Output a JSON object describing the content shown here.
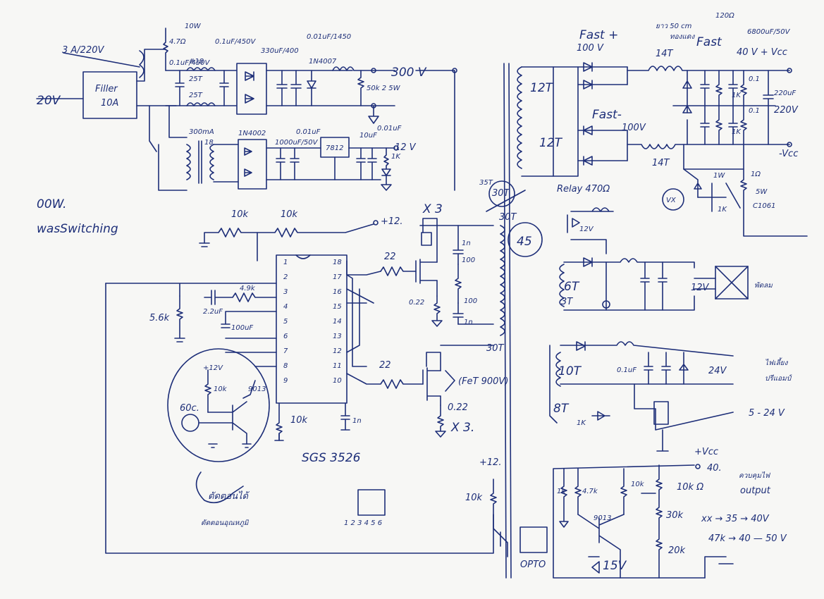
{
  "labels": {
    "fuse": "3 A/220V",
    "input_v": "20V",
    "filter": "Filler",
    "filter_rating": "10A",
    "r_47": "4.7Ω",
    "r_10w": "10W",
    "c_01_450_a": "0.1uF/450V",
    "c_01_450_b": "0.1uF/450V",
    "wire18": "#18",
    "t25_a": "25T",
    "t25_b": "25T",
    "c330": "330uF/400",
    "c001_1450": "0.01uF/1450",
    "d_1n4007": "1N4007",
    "v300": "300 V",
    "r50k": "50k 2 5W",
    "ma300": "300mA",
    "t18": "18",
    "d_1n4002": "1N4002",
    "c1000": "1000uF/50V",
    "c001_a": "0.01uF",
    "reg_7812": "7812",
    "c10": "10uF",
    "c001_b": "0.01uF",
    "r1k_led": "1K",
    "v12_led": "12 V",
    "power_rating": "00W.",
    "switching": "wasSwitching",
    "r10k_a": "10k",
    "r10k_b": "10k",
    "plus12_top": "+12.",
    "x3_top": "X 3",
    "r22_top": "22",
    "c1n_top": "1n",
    "r100_a": "100",
    "r100_b": "100",
    "c1n_b": "1n",
    "r022_top": "0.22",
    "t30_a": "30T",
    "t30_b": "30T",
    "t45": "45",
    "t30_c": "30T",
    "r22_bot": "22",
    "fet": "(FeT 900V)",
    "r022_bot": "0.22",
    "x3_bot": "X 3.",
    "ic": "SGS 3526",
    "r56k": "5.6k",
    "c22": "2.2uF",
    "r49k": "4.9k",
    "c100": "100uF",
    "plus12_mid": "+12V",
    "r10k_therm": "10k",
    "temp60": "60c.",
    "q9013": "9013",
    "r10k_pin9": "10k",
    "c1n_pin10": "1n",
    "thai_cut": "ตัดตอนได้",
    "thai_cut_sub": "ตัดตอนอุณหภูมิ",
    "opto_pins": "1 2 3 4 5 6",
    "plus12_opto": "+12.",
    "r10k_opto": "10k",
    "opto": "OPTO",
    "fast_plus": "Fast +",
    "v100_plus": "100 V",
    "t14_a": "14T",
    "thai_wire": "ยาว 50 cm",
    "thai_wire_b": "ทองแดง",
    "r120": "120Ω",
    "fast_mid": "Fast",
    "c6800": "6800uF/50V",
    "v40": "40 V + Vcc",
    "t12_a": "12T",
    "t12_b": "12T",
    "fast_minus": "Fast-",
    "v100_minus": "100V",
    "t14_b": "14T",
    "r01_a": "0.1",
    "r1k_a": "1K",
    "r01_b": "0.1",
    "r1k_b": "1K",
    "c220": "220uF",
    "v220": "220V",
    "minus_vcc": "-Vcc",
    "vx": "VX",
    "r1w": "1W",
    "r1_5w": "1Ω",
    "r5w": "5W",
    "q1061": "C1061",
    "r1k_vx": "1K",
    "relay": "Relay 470Ω",
    "t35": "35T",
    "v12_relay": "12V",
    "t6": "6T",
    "t3": "3T",
    "v12_fan": "12V",
    "fan": "พัดลม",
    "t10": "10T",
    "c01_aux": "0.1uF",
    "v24": "24V",
    "t8": "8T",
    "r1k_aux": "1K",
    "thai_aux": "ไฟเลี้ยง",
    "thai_aux_b": "ปรีแอมป์",
    "v5_24": "5 - 24 V",
    "plus_vcc": "+Vcc",
    "v40_out": "40.",
    "thai_adj": "ควบคุมไฟ",
    "output": "output",
    "r1k_fb": "1k",
    "r47k_fb": "4.7k",
    "q9013_fb": "9013",
    "r10k_fb": "10k",
    "r10kr": "10k Ω",
    "r30k": "30k",
    "r20k": "20k",
    "v15": "15V",
    "adj_a": "xx → 35 → 40V",
    "adj_b": "47k → 40 — 50 V",
    "ic_pins": [
      "1",
      "2",
      "3",
      "4",
      "5",
      "6",
      "7",
      "8",
      "9",
      "10",
      "11",
      "12",
      "13",
      "14",
      "15",
      "16",
      "17",
      "18"
    ]
  },
  "colors": {
    "ink": "#1d2e78",
    "paper": "#f7f7f5"
  }
}
